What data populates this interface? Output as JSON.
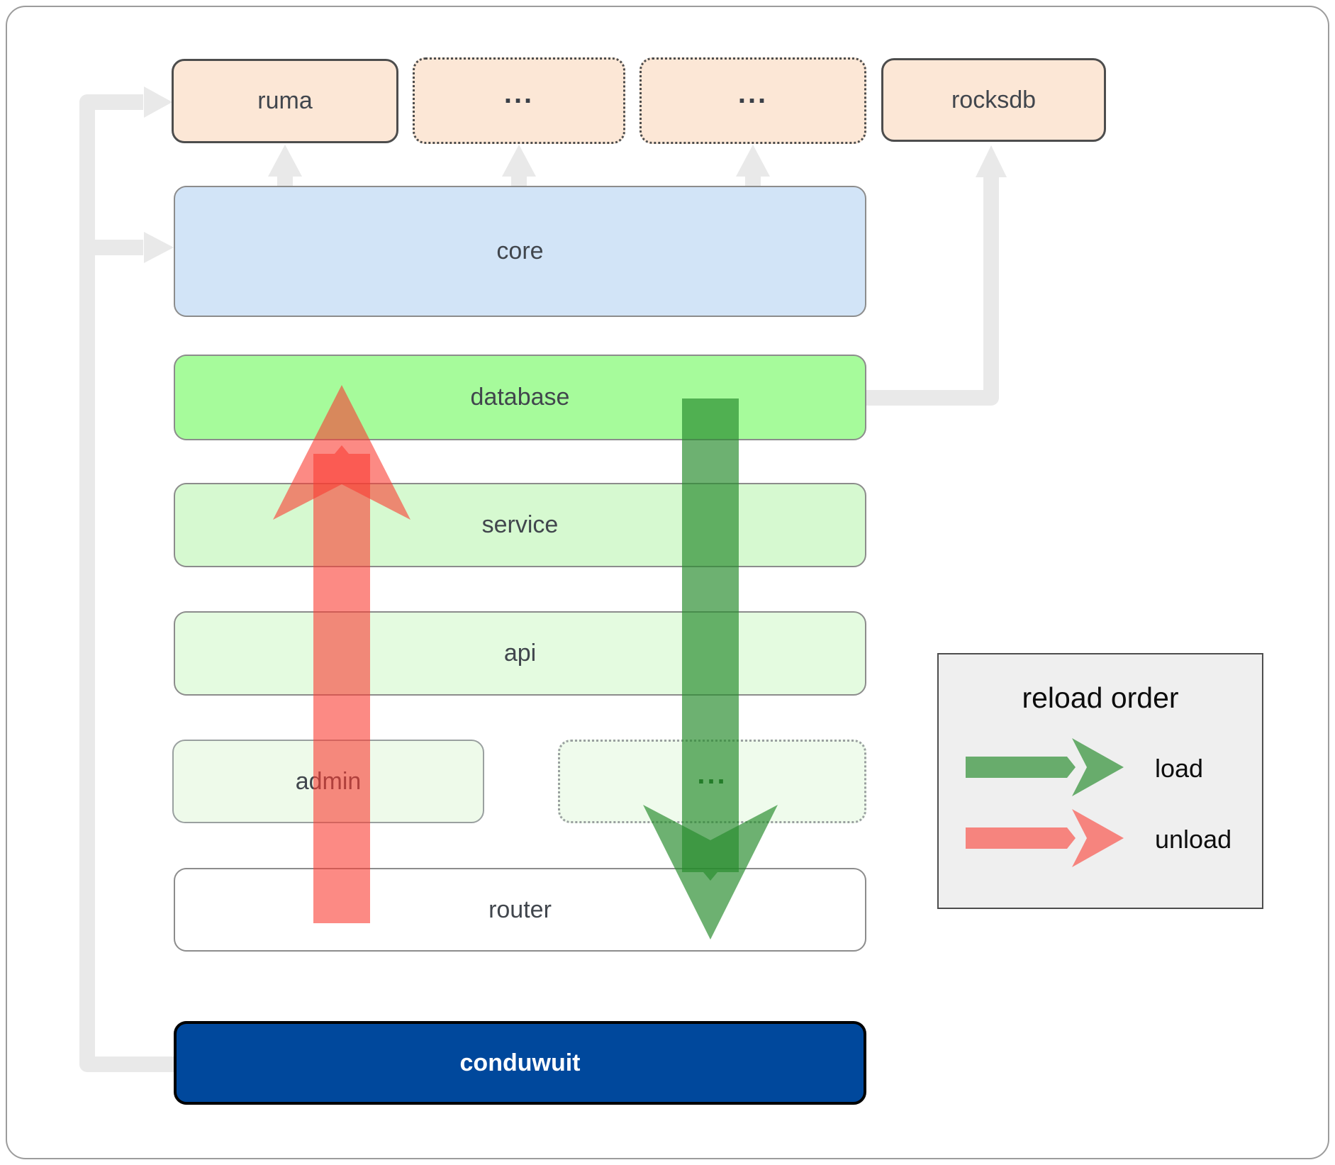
{
  "nodes": {
    "ruma": {
      "label": "ruma"
    },
    "ellipsis_top_1": {
      "label": "..."
    },
    "ellipsis_top_2": {
      "label": "..."
    },
    "rocksdb": {
      "label": "rocksdb"
    },
    "core": {
      "label": "core"
    },
    "database": {
      "label": "database"
    },
    "service": {
      "label": "service"
    },
    "api": {
      "label": "api"
    },
    "admin": {
      "label": "admin"
    },
    "ellipsis_admin": {
      "label": "..."
    },
    "router": {
      "label": "router"
    },
    "conduwuit": {
      "label": "conduwuit"
    }
  },
  "legend": {
    "title": "reload order",
    "items": [
      {
        "label": "load",
        "color": "#2e8c2d"
      },
      {
        "label": "unload",
        "color": "#fa3c32"
      }
    ]
  },
  "edges": [
    {
      "from": "conduwuit",
      "to": "ruma",
      "style": "gray"
    },
    {
      "from": "conduwuit",
      "to": "core",
      "style": "gray"
    },
    {
      "from": "core",
      "to": "ruma",
      "style": "gray"
    },
    {
      "from": "core",
      "to": "ellipsis_top_1",
      "style": "gray"
    },
    {
      "from": "core",
      "to": "ellipsis_top_2",
      "style": "gray"
    },
    {
      "from": "database",
      "to": "rocksdb",
      "style": "gray"
    },
    {
      "from": "database",
      "to": "router",
      "flow": "load",
      "color": "green"
    },
    {
      "from": "router",
      "to": "database",
      "flow": "unload",
      "color": "red"
    }
  ],
  "colors": {
    "peach_fill": "#fce7d6",
    "core_fill": "#d2e4f7",
    "database_fill": "#a6fb9b",
    "service_fill": "#d6f9d0",
    "api_fill": "#e4fbe0",
    "admin_fill": "#eefaea",
    "conduwuit_fill": "#00489c",
    "legend_fill": "#efefef",
    "connector_gray": "#e9e9e9",
    "load_green": "rgba(40,140,45,0.68)",
    "unload_red": "rgba(250,60,50,0.6)",
    "label_text": "#41464d"
  }
}
